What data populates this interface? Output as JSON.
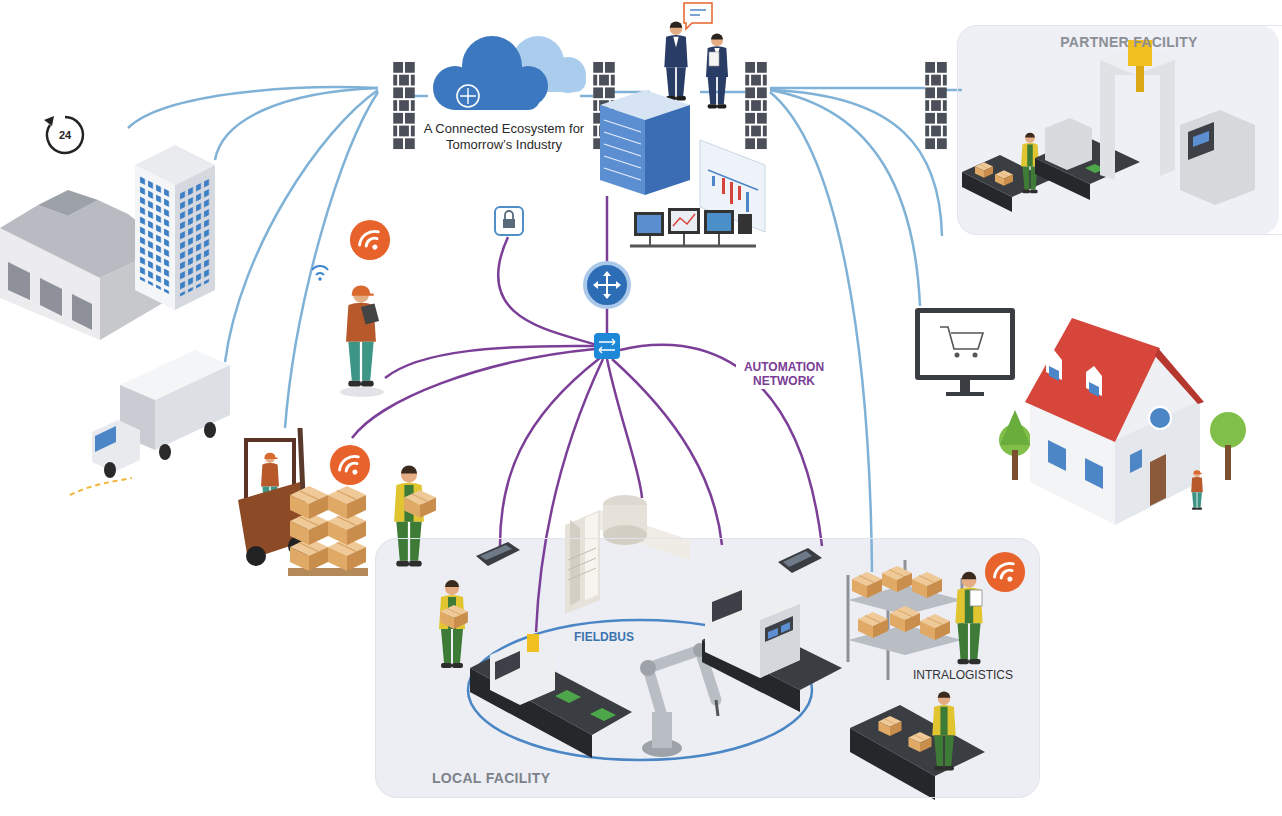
{
  "diagram": {
    "title": "A Connected Ecosystem for Tomorrow’s Industry",
    "nodes": [
      {
        "text": [
          "PARTNER FACILITY"
        ]
      },
      {
        "text": [
          "LOCAL FACILITY"
        ]
      }
    ],
    "labels": [
      "24",
      "AUTOMATION NETWORK",
      "FIELDBUS",
      "INTRALOGISTICS"
    ]
  }
}
